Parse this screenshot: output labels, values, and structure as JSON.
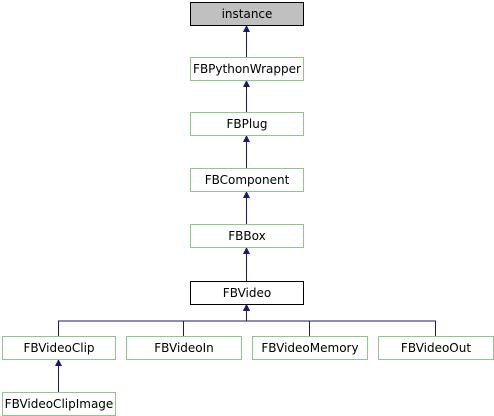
{
  "colors": {
    "background": "#ffffff",
    "edge": "#191970",
    "current_fill": "#c0c0c0",
    "current_border": "#000000",
    "focus_fill": "#ffffff",
    "focus_border": "#000000",
    "linked_fill": "#ffffff",
    "linked_border": "#8cc78c"
  },
  "nodes": [
    {
      "id": "instance",
      "label": "instance",
      "style": "current"
    },
    {
      "id": "fbpythonwrapper",
      "label": "FBPythonWrapper",
      "style": "linked"
    },
    {
      "id": "fbplug",
      "label": "FBPlug",
      "style": "linked"
    },
    {
      "id": "fbcomponent",
      "label": "FBComponent",
      "style": "linked"
    },
    {
      "id": "fbbox",
      "label": "FBBox",
      "style": "linked"
    },
    {
      "id": "fbvideo",
      "label": "FBVideo",
      "style": "focus"
    },
    {
      "id": "fbvideoclip",
      "label": "FBVideoClip",
      "style": "linked"
    },
    {
      "id": "fbvideoin",
      "label": "FBVideoIn",
      "style": "linked"
    },
    {
      "id": "fbvideomemory",
      "label": "FBVideoMemory",
      "style": "linked"
    },
    {
      "id": "fbvideoout",
      "label": "FBVideoOut",
      "style": "linked"
    },
    {
      "id": "fbvideoclipimage",
      "label": "FBVideoClipImage",
      "style": "linked"
    }
  ],
  "edges": [
    {
      "from": "fbpythonwrapper",
      "to": "instance"
    },
    {
      "from": "fbplug",
      "to": "fbpythonwrapper"
    },
    {
      "from": "fbcomponent",
      "to": "fbplug"
    },
    {
      "from": "fbbox",
      "to": "fbcomponent"
    },
    {
      "from": "fbvideo",
      "to": "fbbox"
    },
    {
      "from": "fbvideoclip",
      "to": "fbvideo"
    },
    {
      "from": "fbvideoin",
      "to": "fbvideo"
    },
    {
      "from": "fbvideomemory",
      "to": "fbvideo"
    },
    {
      "from": "fbvideoout",
      "to": "fbvideo"
    },
    {
      "from": "fbvideoclipimage",
      "to": "fbvideoclip"
    }
  ]
}
